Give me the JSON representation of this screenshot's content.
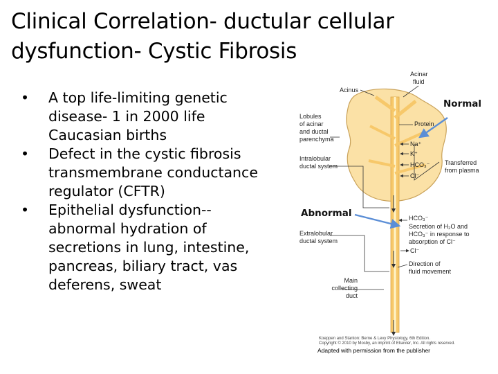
{
  "slide": {
    "title_line1": "Clinical Correlation- ductular cellular",
    "title_line2": "dysfunction- Cystic Fibrosis",
    "bullet_char": "•",
    "bullets": [
      [
        "A top life-limiting genetic",
        "disease- 1 in 2000 life",
        "Caucasian births"
      ],
      [
        "Defect in the cystic fibrosis",
        "transmembrane conductance",
        "regulator (CFTR)"
      ],
      [
        "Epithelial dysfunction--",
        "abnormal hydration of",
        "secretions in lung, intestine,",
        "pancreas, biliary tract, vas",
        "deferens, sweat"
      ]
    ]
  },
  "figure": {
    "labels": {
      "acinar_fluid_1": "Acinar",
      "acinar_fluid_2": "fluid",
      "acinus": "Acinus",
      "lobules_1": "Lobules",
      "lobules_2": "of acinar",
      "lobules_3": "and ductal",
      "lobules_4": "parenchyma",
      "protein": "Protein",
      "na": "Na⁺",
      "k": "K⁺",
      "hco3": "HCO₃⁻",
      "cl": "Cl⁻",
      "intralobular_1": "Intralobular",
      "intralobular_2": "ductal system",
      "transferred_1": "Transferred",
      "transferred_2": "from plasma",
      "hco3_2": "HCO₃⁻",
      "secretion_1": "Secretion of H₂O and",
      "secretion_2": "HCO₃⁻ in response to",
      "secretion_3": "absorption of Cl⁻",
      "extralobular_1": "Extralobular",
      "extralobular_2": "ductal system",
      "cl_2": "Cl⁻",
      "direction_1": "Direction of",
      "direction_2": "fluid movement",
      "main_1": "Main",
      "main_2": "collecting",
      "main_3": "duct",
      "credit_1": "Koeppen and Stanton: Berne & Levy Physiology, 6th Edition.",
      "credit_2": "Copyright © 2010 by Mosby, an imprint of Elsevier, Inc. All rights reserved.",
      "adapted": "Adapted with permission from the publisher"
    },
    "callouts": {
      "normal": "Normal",
      "abnormal": "Abnormal"
    },
    "colors": {
      "lobule_fill": "#fbe1a6",
      "duct_fill": "#f7c86a",
      "duct_center": "#fff3c8",
      "arrow_blue": "#5b8ed6"
    }
  }
}
